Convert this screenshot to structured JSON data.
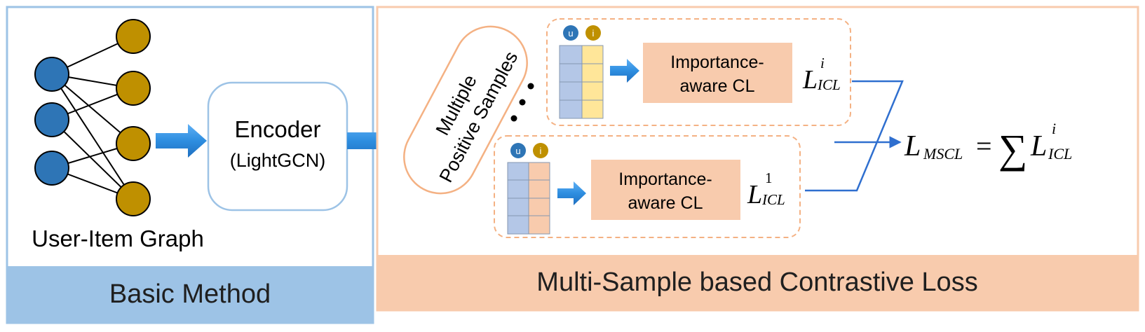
{
  "left_panel": {
    "graph_label": "User-Item Graph",
    "encoder_line1": "Encoder",
    "encoder_line2": "(LightGCN)",
    "footer": "Basic Method"
  },
  "right_panel": {
    "samples_line1": "Multiple",
    "samples_line2": "Positive Samples",
    "ellipsis": "· · ·",
    "upper_block": {
      "badge_u": "u",
      "badge_i": "i",
      "box_line1": "Importance-",
      "box_line2": "aware CL",
      "loss_base": "L",
      "loss_sub": "ICL",
      "loss_sup": "i"
    },
    "lower_block": {
      "badge_u": "u",
      "badge_i": "i",
      "box_line1": "Importance-",
      "box_line2": "aware CL",
      "loss_base": "L",
      "loss_sub": "ICL",
      "loss_sup": "1"
    },
    "total_loss": {
      "lhs_base": "L",
      "lhs_sub": "MSCL",
      "equals": "=",
      "sum": "∑",
      "rhs_base": "L",
      "rhs_sub": "ICL",
      "rhs_sup": "i"
    },
    "footer": "Multi-Sample based Contrastive Loss"
  },
  "colors": {
    "left_border": "#9dc3e6",
    "left_footer": "#9dc3e6",
    "right_border": "#f8cbad",
    "right_footer": "#f8cbad",
    "user_node": "#2e75b6",
    "item_node": "#bf9000",
    "arrow_blue": "#2e8ee0",
    "encoder_border": "#9dc3e6",
    "dashed_border": "#f4b183",
    "cl_box": "#f8cbad",
    "user_column": "#b4c7e7",
    "item_column_upper": "#ffe699",
    "item_column_lower": "#f8cbad",
    "line_blue": "#2f6fcf"
  },
  "icons": [
    "user-node-icon",
    "item-node-icon",
    "right-arrow-icon"
  ]
}
